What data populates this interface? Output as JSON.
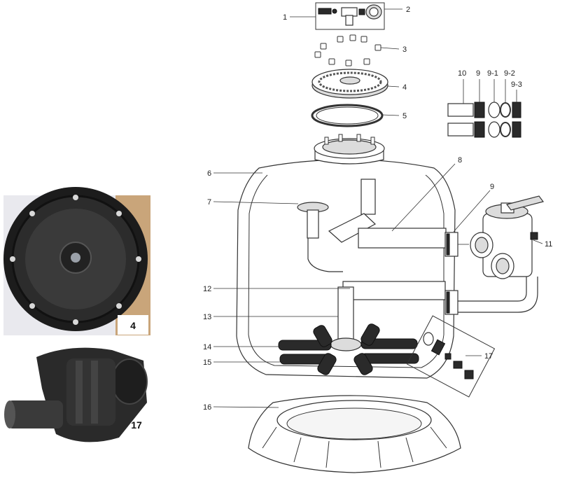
{
  "photos": [
    {
      "id": "photo-lid",
      "caption": "4"
    },
    {
      "id": "photo-valve",
      "caption": "17"
    }
  ],
  "labels": [
    {
      "id": "1",
      "text": "1"
    },
    {
      "id": "2",
      "text": "2"
    },
    {
      "id": "3",
      "text": "3"
    },
    {
      "id": "4",
      "text": "4"
    },
    {
      "id": "5",
      "text": "5"
    },
    {
      "id": "6",
      "text": "6"
    },
    {
      "id": "7",
      "text": "7"
    },
    {
      "id": "8",
      "text": "8"
    },
    {
      "id": "9a",
      "text": "9"
    },
    {
      "id": "9b",
      "text": "9"
    },
    {
      "id": "9-1",
      "text": "9-1"
    },
    {
      "id": "9-2",
      "text": "9-2"
    },
    {
      "id": "9-3",
      "text": "9-3"
    },
    {
      "id": "10",
      "text": "10"
    },
    {
      "id": "11",
      "text": "11"
    },
    {
      "id": "12",
      "text": "12"
    },
    {
      "id": "13",
      "text": "13"
    },
    {
      "id": "14",
      "text": "14"
    },
    {
      "id": "15",
      "text": "15"
    },
    {
      "id": "16",
      "text": "16"
    },
    {
      "id": "17",
      "text": "17"
    }
  ]
}
